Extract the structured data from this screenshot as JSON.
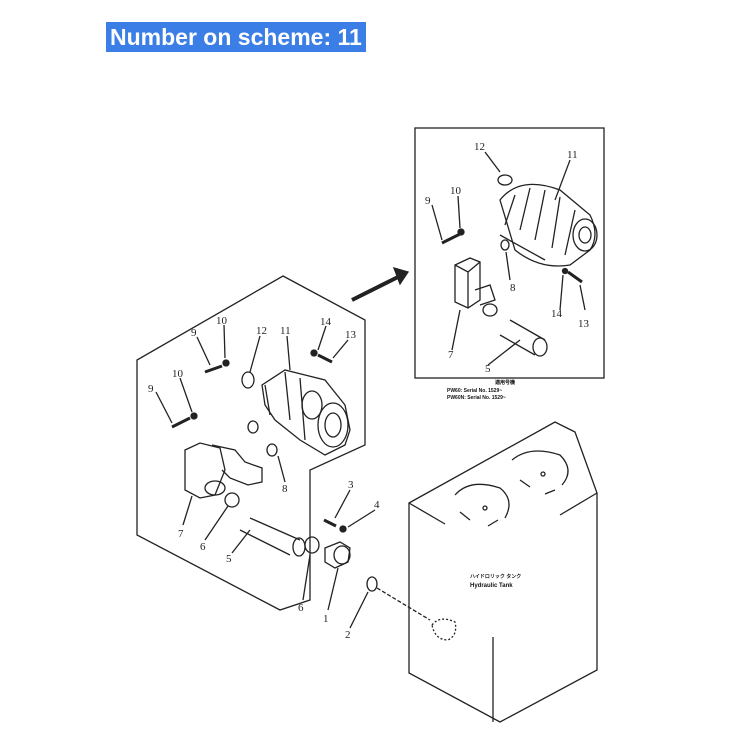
{
  "header": {
    "title": "Number on scheme: 11",
    "badge_color": "#3b7fe6"
  },
  "inset": {
    "callouts": [
      "12",
      "11",
      "10",
      "9",
      "8",
      "7",
      "14",
      "13",
      "5"
    ],
    "caption_line1": "適用号機",
    "caption_line2": "PW60: Serial No. 1529~",
    "caption_line3": "PW60N: Serial No. 1529~"
  },
  "main_assembly": {
    "callouts": [
      "9",
      "10",
      "12",
      "11",
      "14",
      "13",
      "9",
      "10",
      "8",
      "7",
      "6",
      "5",
      "3",
      "4",
      "6",
      "1",
      "2"
    ]
  },
  "tank": {
    "label_jp": "ハイドロリック タンク",
    "label_en": "Hydraulic Tank"
  }
}
